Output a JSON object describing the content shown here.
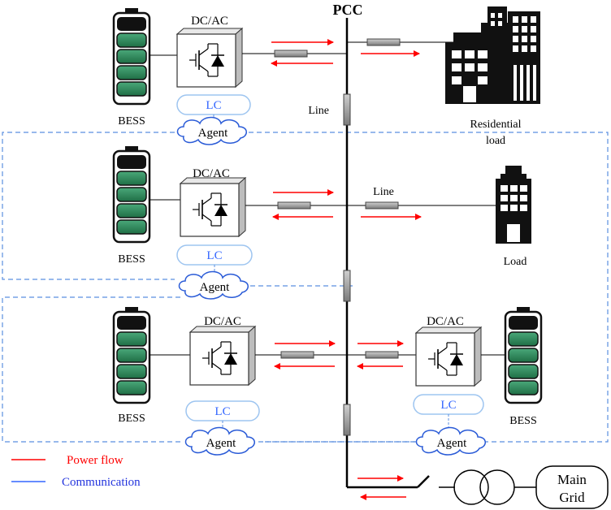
{
  "title": "PCC",
  "labels": {
    "bess": "BESS",
    "converter": "DC/AC",
    "lc": "LC",
    "agent": "Agent",
    "line": "Line",
    "residential_load_line1": "Residential",
    "residential_load_line2": "load",
    "load": "Load",
    "main_grid_line1": "Main",
    "main_grid_line2": "Grid"
  },
  "legend": {
    "power_flow": "Power flow",
    "communication": "Communication"
  },
  "colors": {
    "power_flow": "#ff0000",
    "communication": "#3366ff",
    "lc_text": "#3366ff",
    "lc_outline": "#9ec5f0",
    "dashed_region": "#5b8fe0",
    "battery_cell": "#2e8b57",
    "battery_cell_top": "#111111",
    "line_segment": "#999999"
  },
  "icons": [
    "battery-icon",
    "inverter-icon",
    "building-icon",
    "transformer-icon",
    "switch-icon",
    "cloud-icon"
  ]
}
